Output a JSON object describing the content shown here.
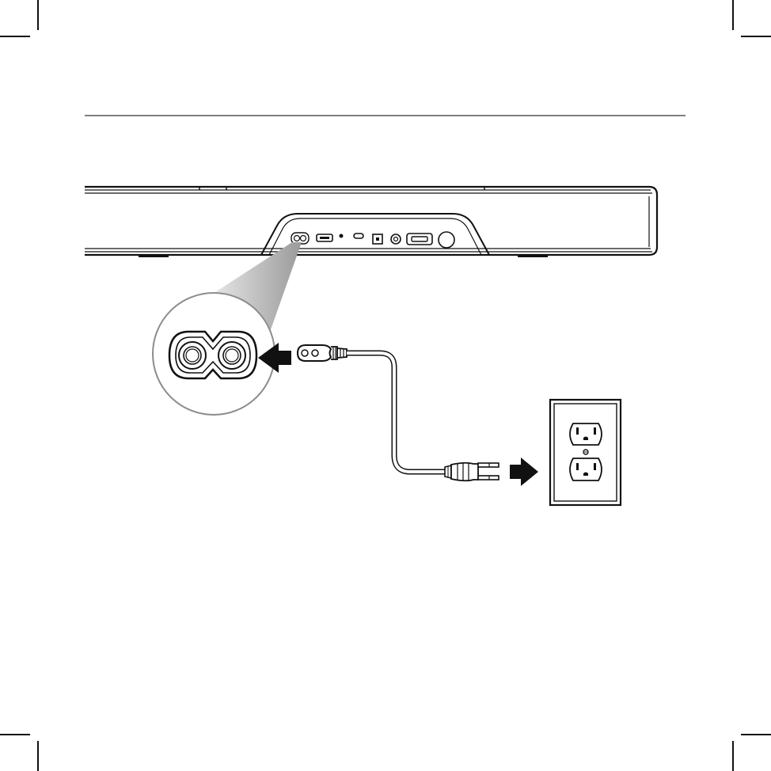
{
  "colors": {
    "line": "#111111",
    "background": "#ffffff",
    "cone_light": "#f2f2f2",
    "cone_dark": "#9a9a9a",
    "zoom_circle_stroke": "#8c8c8c"
  },
  "page": {
    "crop_marks": true,
    "header_rule": true
  },
  "diagram": {
    "soundbar_ports": [
      "ac-power-port",
      "hdmi-port",
      "pinhole-button",
      "usb-c-port",
      "optical-port",
      "coaxial-port",
      "hdmi-earc-port",
      "round-connector"
    ],
    "steps": [
      {
        "from": "ac-power-cord-connector",
        "to": "ac-power-port",
        "arrow": "left-arrow-icon"
      },
      {
        "from": "wall-plug",
        "to": "wall-outlet",
        "arrow": "right-arrow-icon"
      }
    ],
    "outlet_receptacles": 2
  }
}
